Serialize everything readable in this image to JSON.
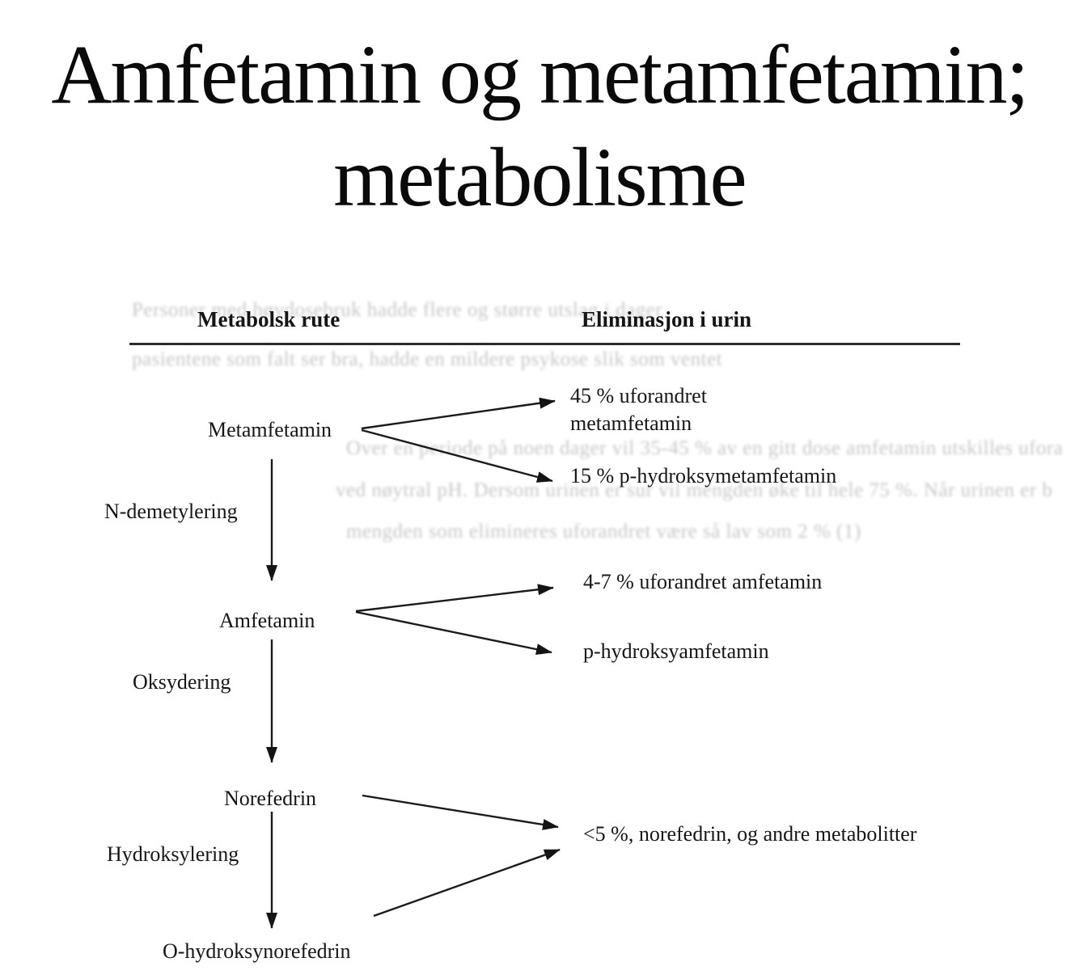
{
  "title": {
    "line1": "Amfetamin og metamfetamin;",
    "line2": "metabolisme"
  },
  "diagram": {
    "headers": {
      "metabolic_route": "Metabolsk rute",
      "elimination_in_urine": "Eliminasjon i urin"
    },
    "nodes": {
      "metamfetamin": "Metamfetamin",
      "amfetamin": "Amfetamin",
      "norefedrin": "Norefedrin",
      "o_hydroksynorefedrin": "O-hydroksynorefedrin"
    },
    "reactions": {
      "n_demetylering": "N-demetylering",
      "oksydering": "Oksydering",
      "hydroksylering": "Hydroksylering"
    },
    "eliminations": {
      "met_unchanged_line1": "45 % uforandret",
      "met_unchanged_line2": "metamfetamin",
      "met_hydroxy": "15 % p-hydroksymetamfetamin",
      "amf_unchanged": "4-7 % uforandret amfetamin",
      "amf_hydroxy": "p-hydroksyamfetamin",
      "norefedrin_other": "<5 %, norefedrin, og andre metabolitter"
    }
  },
  "scan_artifacts": {
    "bleed_lines": [
      {
        "text": "Personer med høydosebruk hadde flere og større utslag i dager"
      },
      {
        "text": "pasientene som falt ser bra, hadde en mildere psykose slik som ventet"
      },
      {
        "text": "Over en periode på noen dager vil 35-45 % av en gitt dose amfetamin utskilles ufora"
      },
      {
        "text": "ved nøytral pH. Dersom urinen er sur vil mengden øke til hele 75 %. Når urinen er b"
      },
      {
        "text": "mengden som elimineres uforandret være så lav som 2 % (1)"
      }
    ]
  },
  "colors": {
    "ink": "#141414",
    "bleed_text": "#8f8f8f",
    "background": "#ffffff"
  }
}
